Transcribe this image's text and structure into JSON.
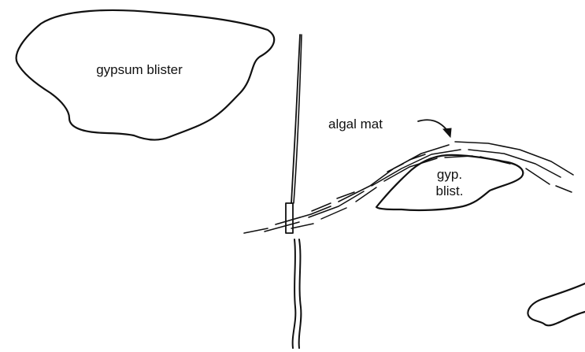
{
  "labels": {
    "gypsum_blister": "gypsum blister",
    "algal_mat": "algal mat",
    "gyp_line1": "gyp.",
    "gyp_line2": "blist."
  },
  "colors": {
    "ink": "#111111",
    "background": "#ffffff"
  }
}
